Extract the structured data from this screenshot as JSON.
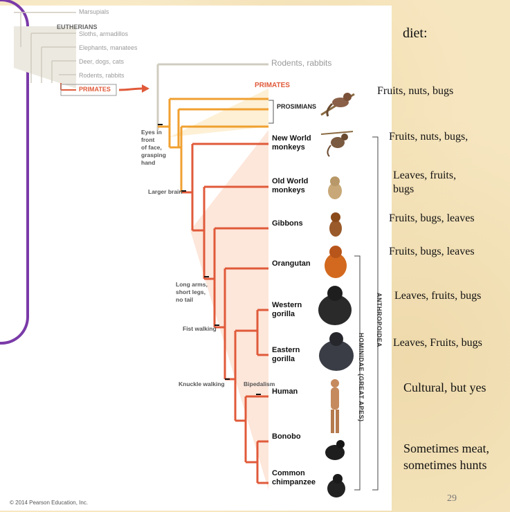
{
  "tree": {
    "top_groups": [
      "Marsupials",
      "EUTHERIANS",
      "Sloths, armadillos",
      "Elephants, manatees",
      "Deer, dogs, cats",
      "Rodents, rabbits",
      "PRIMATES"
    ],
    "rodents_label": "Rodents, rabbits",
    "primates_label": "PRIMATES",
    "prosimians_label": "PROSIMIANS",
    "taxa": {
      "new_world": "New World\nmonkeys",
      "old_world": "Old World\nmonkeys",
      "gibbons": "Gibbons",
      "orangutan": "Orangutan",
      "western_gorilla": "Western\ngorilla",
      "eastern_gorilla": "Eastern\ngorilla",
      "human": "Human",
      "bonobo": "Bonobo",
      "chimpanzee": "Common\nchimpanzee"
    },
    "traits": {
      "eyes": "Eyes in\nfront\nof face,\ngrasping\nhand",
      "brain": "Larger brain",
      "arms": "Long arms,\nshort legs,\nno tail",
      "fist": "Fist walking",
      "knuckle": "Knuckle walking",
      "bipedalism": "Bipedalism"
    },
    "anthropoidea_label": "ANTHROPOIDEA",
    "hominidae_label": "HOMINIDAE (GREAT APES)",
    "copyright": "© 2014 Pearson Education, Inc."
  },
  "diet": {
    "header": "diet:",
    "prosimians": "Fruits, nuts, bugs",
    "new_world": "Fruits, nuts, bugs,",
    "old_world": "Leaves, fruits,\nbugs",
    "gibbons": "Fruits, bugs, leaves",
    "orangutan": "Fruits, bugs, leaves",
    "western_gorilla": "Leaves, fruits, bugs",
    "eastern_gorilla": "Leaves, Fruits, bugs",
    "human": "Cultural, but yes",
    "chimp": "Sometimes meat,\nsometimes hunts"
  },
  "slide_number": "29",
  "colors": {
    "orange": "#f0a030",
    "red": "#e05a3a",
    "grey_branch": "#d0ccc0",
    "shade": "#fde6da"
  }
}
